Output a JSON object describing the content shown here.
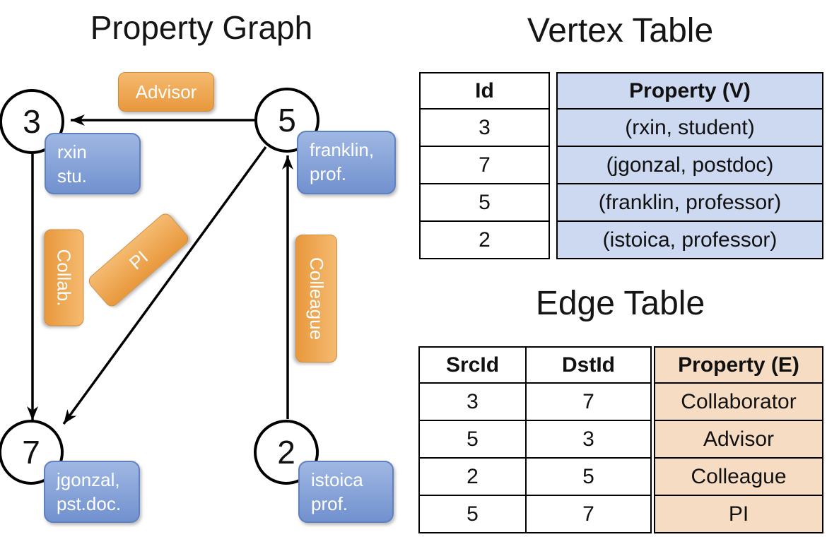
{
  "graph": {
    "title": "Property Graph",
    "nodes": [
      {
        "id": "3",
        "label_line1": "rxin",
        "label_line2": "stu."
      },
      {
        "id": "5",
        "label_line1": "franklin,",
        "label_line2": "prof."
      },
      {
        "id": "7",
        "label_line1": "jgonzal,",
        "label_line2": "pst.doc."
      },
      {
        "id": "2",
        "label_line1": "istoica",
        "label_line2": "prof."
      }
    ],
    "edge_labels": [
      {
        "label": "Advisor"
      },
      {
        "label": "Collab."
      },
      {
        "label": "PI"
      },
      {
        "label": "Colleague"
      }
    ]
  },
  "vertex_table": {
    "title": "Vertex Table",
    "headers": {
      "id": "Id",
      "property": "Property (V)"
    },
    "rows": [
      {
        "id": "3",
        "property": "(rxin, student)"
      },
      {
        "id": "7",
        "property": "(jgonzal, postdoc)"
      },
      {
        "id": "5",
        "property": "(franklin, professor)"
      },
      {
        "id": "2",
        "property": "(istoica, professor)"
      }
    ]
  },
  "edge_table": {
    "title": "Edge Table",
    "headers": {
      "src": "SrcId",
      "dst": "DstId",
      "property": "Property (E)"
    },
    "rows": [
      {
        "src": "3",
        "dst": "7",
        "property": "Collaborator"
      },
      {
        "src": "5",
        "dst": "3",
        "property": "Advisor"
      },
      {
        "src": "2",
        "dst": "5",
        "property": "Colleague"
      },
      {
        "src": "5",
        "dst": "7",
        "property": "PI"
      }
    ]
  },
  "colors": {
    "vertex_property_fill": "#cdd9f0",
    "edge_property_fill": "#f6dcc2",
    "edge_label_orange": "#eda04d",
    "vertex_label_blue": "#7e9dd7"
  }
}
